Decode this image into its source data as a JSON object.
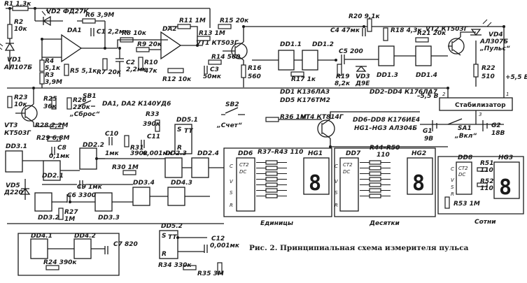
{
  "caption": {
    "prefix": "Рис. 2.",
    "text": "Принципиальная схема измерителя пульса"
  },
  "parts_lists": [
    "DD1   К136ЛА3",
    "DD5   К176ТМ2",
    "DD2–DD4  К176ЛА7",
    "DA1, DA2  К140УД6",
    "DD6–DD8  К176ИЕ4",
    "HG1–HG3  АЛ304Б"
  ],
  "stabilizer": {
    "label": "Стабилизатор",
    "pin_in": "1",
    "pin_common": "2",
    "pin_out": "3",
    "minus_label": "–5,5 В",
    "plus_label": "+5,5 В"
  },
  "power": {
    "g1": "G1",
    "g1v": "9В",
    "g2": "G2",
    "g2v": "18В",
    "switch": "SA1",
    "switch_label": "„Вкл“"
  },
  "counter_labels": {
    "units": "Единицы",
    "tens": "Десятки",
    "hundreds": "Сотни"
  },
  "displays": [
    {
      "ref": "HG1",
      "digit": "8"
    },
    {
      "ref": "HG2",
      "digit": "8"
    },
    {
      "ref": "HG3",
      "digit": "8"
    }
  ],
  "counters": [
    {
      "ref": "DD6",
      "type": "CT2",
      "dc": "DC",
      "pins": [
        "C",
        "V",
        "S",
        "R"
      ]
    },
    {
      "ref": "DD7",
      "type": "CT2",
      "dc": "DC",
      "pins": [
        "C",
        "V",
        "S",
        "R"
      ]
    },
    {
      "ref": "DD8",
      "type": "CT2",
      "dc": "DC",
      "pins": [
        "C",
        "V",
        "S",
        "R"
      ]
    }
  ],
  "labels": [
    {
      "id": "R1",
      "text": "R1  1,3к"
    },
    {
      "id": "R2",
      "text": "R2"
    },
    {
      "id": "R2v",
      "text": "10к"
    },
    {
      "id": "VD2",
      "text": "VD2  ФД27К"
    },
    {
      "id": "VD1",
      "text": "VD1"
    },
    {
      "id": "VD1v",
      "text": "АЛ107Б"
    },
    {
      "id": "R4",
      "text": "R4"
    },
    {
      "id": "R4v",
      "text": "5,1к"
    },
    {
      "id": "R3",
      "text": "R3"
    },
    {
      "id": "R3v",
      "text": "3,9М"
    },
    {
      "id": "DA1",
      "text": "DA1"
    },
    {
      "id": "R5",
      "text": "R5  5,1к"
    },
    {
      "id": "R6",
      "text": "R6  3,9М"
    },
    {
      "id": "C1",
      "text": "C1  2,2мк"
    },
    {
      "id": "R7",
      "text": "R7  20к"
    },
    {
      "id": "C2",
      "text": "C2"
    },
    {
      "id": "C2v",
      "text": "2,2мк"
    },
    {
      "id": "R8",
      "text": "R8  10к"
    },
    {
      "id": "R9",
      "text": "R9  20к"
    },
    {
      "id": "R10",
      "text": "R10"
    },
    {
      "id": "R10v",
      "text": "47к"
    },
    {
      "id": "R11",
      "text": "R11  1М"
    },
    {
      "id": "DA2",
      "text": "DA2"
    },
    {
      "id": "R12",
      "text": "R12  10к"
    },
    {
      "id": "R13",
      "text": "R13  1М"
    },
    {
      "id": "VT1",
      "text": "VT1  КТ503Г"
    },
    {
      "id": "R14",
      "text": "R14  560"
    },
    {
      "id": "C3",
      "text": "C3"
    },
    {
      "id": "C3v",
      "text": "50мк"
    },
    {
      "id": "R15",
      "text": "R15  20к"
    },
    {
      "id": "R16",
      "text": "R16"
    },
    {
      "id": "R16v",
      "text": "560"
    },
    {
      "id": "DD11",
      "text": "DD1.1"
    },
    {
      "id": "DD12",
      "text": "DD1.2"
    },
    {
      "id": "R17",
      "text": "R17  1к"
    },
    {
      "id": "C4",
      "text": "C4  47мк"
    },
    {
      "id": "C5",
      "text": "C5  200"
    },
    {
      "id": "R19",
      "text": "R19"
    },
    {
      "id": "R19v",
      "text": "8,2к"
    },
    {
      "id": "VD3",
      "text": "VD3"
    },
    {
      "id": "VD3v",
      "text": "Д9Е"
    },
    {
      "id": "R20",
      "text": "R20  9,1к"
    },
    {
      "id": "R18",
      "text": "R18  4,3к"
    },
    {
      "id": "DD13",
      "text": "DD1.3"
    },
    {
      "id": "DD14",
      "text": "DD1.4"
    },
    {
      "id": "R21",
      "text": "R21  20к"
    },
    {
      "id": "VT2",
      "text": "VT2  КТ503Г"
    },
    {
      "id": "VD4",
      "text": "VD4"
    },
    {
      "id": "VD4v",
      "text": "АЛ307Б"
    },
    {
      "id": "VD4n",
      "text": "„Пульс“"
    },
    {
      "id": "R22",
      "text": "R22"
    },
    {
      "id": "R22v",
      "text": "510"
    },
    {
      "id": "R23",
      "text": "R23"
    },
    {
      "id": "R23v",
      "text": "10к"
    },
    {
      "id": "VT3",
      "text": "VT3"
    },
    {
      "id": "VT3v",
      "text": "КТ503Г"
    },
    {
      "id": "R25",
      "text": "R25"
    },
    {
      "id": "R25v",
      "text": "36к"
    },
    {
      "id": "R26",
      "text": "R26"
    },
    {
      "id": "R26v",
      "text": "220к"
    },
    {
      "id": "SB1",
      "text": "SB1"
    },
    {
      "id": "SB1n",
      "text": "„Сброс“"
    },
    {
      "id": "R28",
      "text": "R28  2,2М"
    },
    {
      "id": "SB2b",
      "text": "SB2"
    },
    {
      "id": "SB2n",
      "text": "„Счет“"
    },
    {
      "id": "R33",
      "text": "R33"
    },
    {
      "id": "R33v",
      "text": "390к"
    },
    {
      "id": "DD51",
      "text": "DD5.1"
    },
    {
      "id": "R36",
      "text": "R36  1М"
    },
    {
      "id": "VT4",
      "text": "VT4  КТ814Г"
    },
    {
      "id": "DD31",
      "text": "DD3.1"
    },
    {
      "id": "R29",
      "text": "R29  6,8М"
    },
    {
      "id": "C8",
      "text": "C8"
    },
    {
      "id": "C8v",
      "text": "0,1мк"
    },
    {
      "id": "DD22",
      "text": "DD2.2"
    },
    {
      "id": "C10",
      "text": "C10"
    },
    {
      "id": "C10v",
      "text": "1мк"
    },
    {
      "id": "R31",
      "text": "R31"
    },
    {
      "id": "R31v",
      "text": "390к"
    },
    {
      "id": "C11",
      "text": "C11"
    },
    {
      "id": "C11v",
      "text": "0,001мк"
    },
    {
      "id": "R30",
      "text": "R30  1М"
    },
    {
      "id": "DD23",
      "text": "DD2.3"
    },
    {
      "id": "DD24",
      "text": "DD2.4"
    },
    {
      "id": "DD21",
      "text": "DD2.1"
    },
    {
      "id": "C9",
      "text": "C9  1мк"
    },
    {
      "id": "VD5",
      "text": "VD5"
    },
    {
      "id": "VD5v",
      "text": "Д220"
    },
    {
      "id": "C6",
      "text": "C6  3300"
    },
    {
      "id": "DD34",
      "text": "DD3.4"
    },
    {
      "id": "DD43",
      "text": "DD4.3"
    },
    {
      "id": "R27",
      "text": "R27"
    },
    {
      "id": "R27v",
      "text": "1М"
    },
    {
      "id": "DD32",
      "text": "DD3.2"
    },
    {
      "id": "DD33",
      "text": "DD3.3"
    },
    {
      "id": "DD52",
      "text": "DD5.2"
    },
    {
      "id": "C12",
      "text": "C12"
    },
    {
      "id": "C12v",
      "text": "0,001мк"
    },
    {
      "id": "DD41",
      "text": "DD4.1"
    },
    {
      "id": "DD42",
      "text": "DD4.2"
    },
    {
      "id": "C7",
      "text": "C7  820"
    },
    {
      "id": "R24",
      "text": "R24  390к"
    },
    {
      "id": "R34",
      "text": "R34  330к"
    },
    {
      "id": "R35",
      "text": "R35  3М"
    },
    {
      "id": "R37",
      "text": "R37–R43  110"
    },
    {
      "id": "R44",
      "text": "R44–R50"
    },
    {
      "id": "R44v",
      "text": "110"
    },
    {
      "id": "R51",
      "text": "R51"
    },
    {
      "id": "R51v",
      "text": "110"
    },
    {
      "id": "R52",
      "text": "R52"
    },
    {
      "id": "R52v",
      "text": "110"
    },
    {
      "id": "R53",
      "text": "R53  1М"
    },
    {
      "id": "DD6",
      "text": "DD6"
    },
    {
      "id": "DD7",
      "text": "DD7"
    },
    {
      "id": "DD8",
      "text": "DD8"
    },
    {
      "id": "HG1",
      "text": "HG1"
    },
    {
      "id": "HG2",
      "text": "HG2"
    },
    {
      "id": "HG3",
      "text": "HG3"
    },
    {
      "id": "TT",
      "text": "TT"
    },
    {
      "id": "S",
      "text": "S"
    },
    {
      "id": "R",
      "text": "R"
    },
    {
      "id": "TT2",
      "text": "TT"
    },
    {
      "id": "S2",
      "text": "S"
    },
    {
      "id": "R2b",
      "text": "R"
    }
  ]
}
